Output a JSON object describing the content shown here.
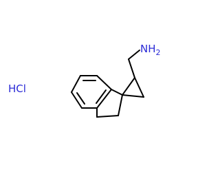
{
  "molecule": {
    "amine_group": {
      "symbol": "NH",
      "subscript": "2"
    },
    "salt": "HCl",
    "colors": {
      "bond": "#000000",
      "heteroatom": "#2a2ad6",
      "background": "#ffffff"
    }
  }
}
